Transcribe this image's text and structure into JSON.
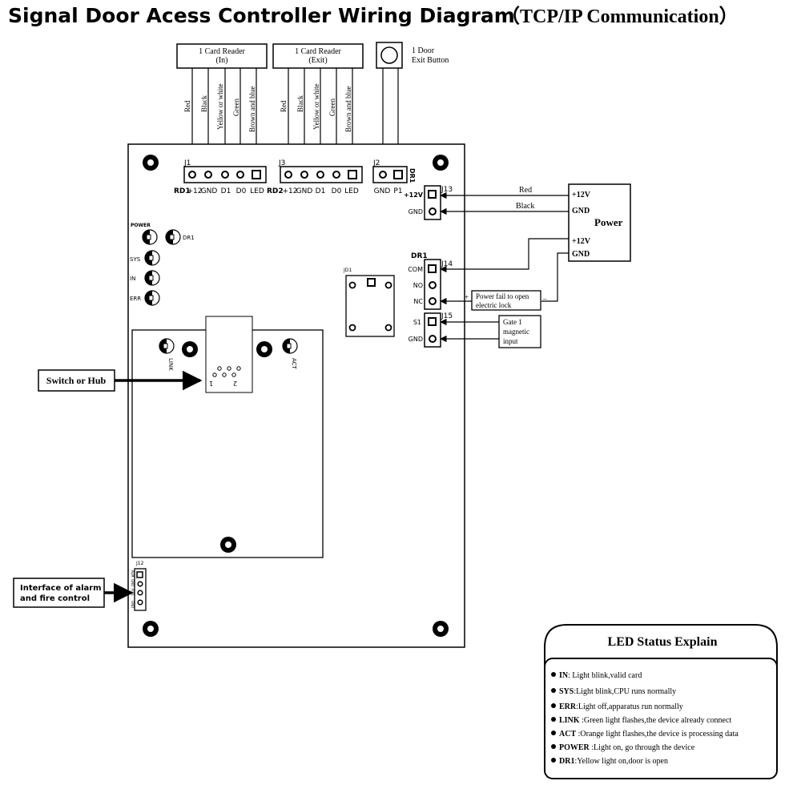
{
  "title": {
    "main": "Signal Door Acess Controller Wiring Diagram",
    "sub": "（TCP/IP  Communication）"
  },
  "readers": {
    "in": {
      "line1": "1 Card Reader",
      "line2": "(In)"
    },
    "exit": {
      "line1": "1 Card Reader",
      "line2": "(Exit)"
    },
    "wire_colors": [
      "Red",
      "Black",
      "Yellow or white",
      "Green",
      "Brown and blue"
    ]
  },
  "exit_button": {
    "line1": "1 Door",
    "line2": "Exit Button"
  },
  "connectors": {
    "j1": {
      "name": "J1",
      "prefix": "RD1",
      "pins": [
        "+12",
        "GND",
        "D1",
        "D0",
        "LED"
      ]
    },
    "j3": {
      "name": "J3",
      "prefix": "RD2",
      "pins": [
        "+12",
        "GND",
        "D1",
        "D0",
        "LED"
      ]
    },
    "j2": {
      "name": "J2",
      "pins": [
        "GND",
        "P1"
      ],
      "side": "DR1"
    },
    "j13": {
      "name": "J13",
      "pins": [
        "+12V",
        "GND"
      ]
    },
    "j14": {
      "name": "J14",
      "group": "DR1",
      "pins": [
        "COM",
        "NO",
        "NC"
      ]
    },
    "j15": {
      "name": "J15",
      "pins": [
        "S1",
        "GND"
      ]
    },
    "j12": {
      "name": "J12",
      "pins": [
        "ALM",
        "GND",
        "FIRE",
        "GND"
      ]
    },
    "jd1": {
      "name": "JD1"
    }
  },
  "leds": {
    "power": "POWER",
    "dr1": "DR1",
    "sys": "SYS",
    "in": "IN",
    "err": "ERR",
    "link": "LINK",
    "act": "ACT"
  },
  "rj45_pins": {
    "a": "1",
    "b": "2"
  },
  "power_box": {
    "title": "Power",
    "v12": "+12V",
    "gnd": "GND",
    "v12b": "+12V",
    "gndb": "GND",
    "wire_red": "Red",
    "wire_black": "Black"
  },
  "lock_box": {
    "line1": "Power fail to open",
    "line2": "electric lock",
    "plus": "+",
    "minus": "_"
  },
  "gate_box": {
    "line1": "Gate 1",
    "line2": "magnetic",
    "line3": "input"
  },
  "switch_label": "Switch or Hub",
  "alarm_label": {
    "line1": "Interface of alarm",
    "line2": "and fire control"
  },
  "legend": {
    "title": "LED Status Explain",
    "items": [
      {
        "key": "IN",
        "text": ": Light blink,valid card"
      },
      {
        "key": "SYS",
        "text": ":Light blink,CPU runs normally"
      },
      {
        "key": "ERR",
        "text": ":Light off,apparatus run normally"
      },
      {
        "key": "LINK",
        "text": " :Green light flashes,the device already connect"
      },
      {
        "key": "ACT",
        "text": " :Orange light flashes,the device is processing data"
      },
      {
        "key": "POWER",
        "text": " :Light on, go through the device"
      },
      {
        "key": "DR1",
        "text": ":Yellow light on,door is open"
      }
    ]
  }
}
